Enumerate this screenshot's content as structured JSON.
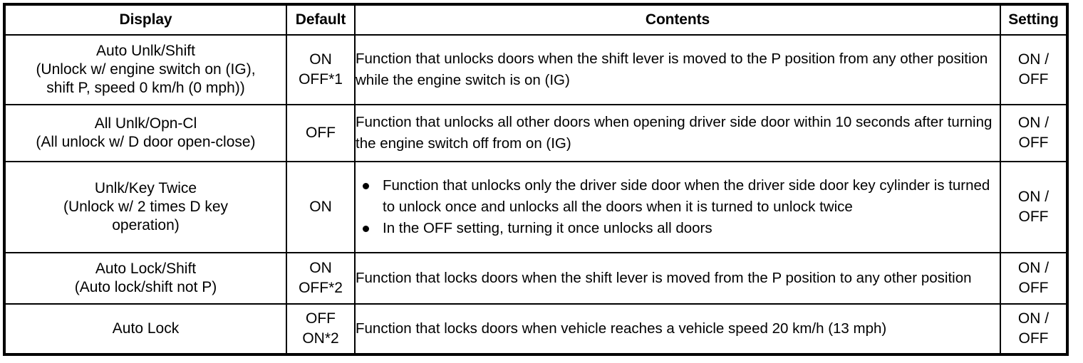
{
  "table": {
    "headers": {
      "display": "Display",
      "default": "Default",
      "contents": "Contents",
      "setting": "Setting"
    },
    "rows": [
      {
        "display_line1": "Auto Unlk/Shift",
        "display_line2": "(Unlock w/ engine switch on (IG),",
        "display_line3": "shift P, speed 0 km/h (0 mph))",
        "default_line1": "ON",
        "default_line2": "OFF*1",
        "contents": "Function that unlocks doors when the shift lever is moved to the P position from any other position while the engine switch is on (IG)",
        "setting_line1": "ON /",
        "setting_line2": "OFF"
      },
      {
        "display_line1": "All Unlk/Opn-Cl",
        "display_line2": "(All unlock w/ D door open-close)",
        "display_line3": "",
        "default_line1": "OFF",
        "default_line2": "",
        "contents": "Function that unlocks all other doors when opening driver side door within 10 seconds after turning the engine switch off from on (IG)",
        "setting_line1": "ON /",
        "setting_line2": "OFF"
      },
      {
        "display_line1": "Unlk/Key Twice",
        "display_line2": "(Unlock w/ 2 times D key",
        "display_line3": "operation)",
        "default_line1": "ON",
        "default_line2": "",
        "contents_bullets": [
          "Function that unlocks only the driver side door when the driver side door key cylinder is turned to unlock once and unlocks all the doors when it is turned to unlock twice",
          "In the OFF setting, turning it once unlocks all doors"
        ],
        "setting_line1": "ON /",
        "setting_line2": "OFF"
      },
      {
        "display_line1": "Auto Lock/Shift",
        "display_line2": "(Auto lock/shift not P)",
        "display_line3": "",
        "default_line1": "ON",
        "default_line2": "OFF*2",
        "contents": "Function that locks doors when the shift lever is moved from the P position to any other position",
        "setting_line1": "ON /",
        "setting_line2": "OFF"
      },
      {
        "display_line1": "Auto Lock",
        "display_line2": "",
        "display_line3": "",
        "default_line1": "OFF",
        "default_line2": "ON*2",
        "contents": "Function that locks doors when vehicle reaches a vehicle speed 20 km/h (13 mph)",
        "setting_line1": "ON /",
        "setting_line2": "OFF"
      }
    ]
  }
}
